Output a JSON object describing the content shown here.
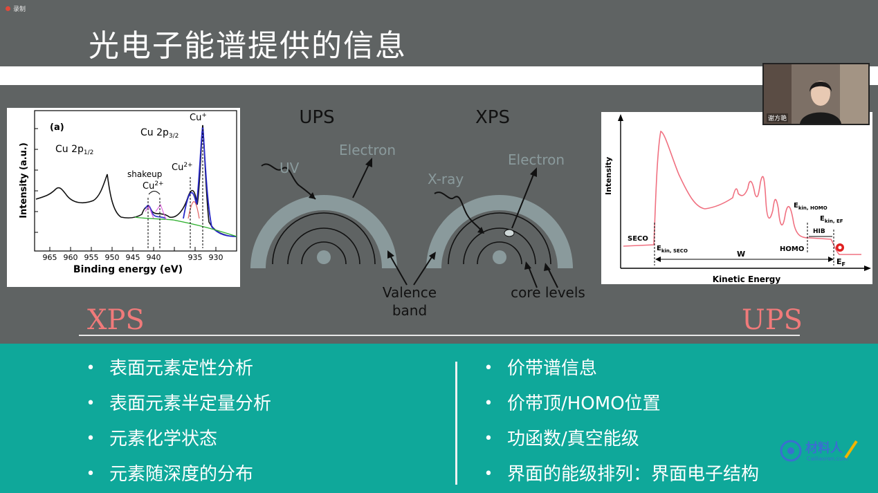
{
  "recording": {
    "label": "录制"
  },
  "slide": {
    "title": "光电子能谱提供的信息",
    "xps_label": "XPS",
    "ups_label": "UPS",
    "left_bullets": [
      "表面元素定性分析",
      "表面元素半定量分析",
      "元素化学状态",
      "元素随深度的分布"
    ],
    "right_bullets": [
      "价带谱信息",
      "价带顶/HOMO位置",
      "功函数/真空能级",
      "界面的能级排列：界面电子结构"
    ],
    "bullet_char": "•"
  },
  "video": {
    "name": "谢方艳"
  },
  "xps_chart": {
    "panel_tag": "(a)",
    "ylabel": "Intensity (a.u.)",
    "xlabel": "Binding energy (eV)",
    "ticks": [
      "965",
      "960",
      "955",
      "950",
      "945",
      "940",
      "935",
      "930"
    ],
    "peak_cu2p12": "Cu 2p",
    "peak_cu2p12_sub": "1/2",
    "peak_cu2p32": "Cu 2p",
    "peak_cu2p32_sub": "3/2",
    "cu_plus": "Cu",
    "cu_plus_sup": "+",
    "cu2_plus": "Cu",
    "cu2_plus_sup": "2+",
    "shakeup": "shakeup",
    "shakeup_cu": "Cu",
    "shakeup_sup": "2+"
  },
  "diagram": {
    "ups_title": "UPS",
    "xps_title": "XPS",
    "uv": "UV",
    "xray": "X-ray",
    "electron_left": "Electron",
    "electron_right": "Electron",
    "valence": "Valence",
    "band": "band",
    "core_levels": "core levels"
  },
  "ups_chart": {
    "ylabel": "Intensity",
    "xlabel": "Kinetic Energy",
    "seco": "SECO",
    "ekin_seco": "E",
    "ekin_seco_sub": "kin, SECO",
    "w": "W",
    "homo": "HOMO",
    "hib": "HIB",
    "ekin_homo": "E",
    "ekin_homo_sub": "kin, HOMO",
    "ekin_ef": "E",
    "ekin_ef_sub": "kin, EF",
    "ef": "E",
    "ef_sub": "F"
  },
  "logo": {
    "main": "材料人",
    "sub": "Cailiaoren.com"
  },
  "colors": {
    "background": "#5f6363",
    "teal": "#0fa89a",
    "accent_red": "#f07a7a",
    "arc": "#8a9a9c"
  }
}
